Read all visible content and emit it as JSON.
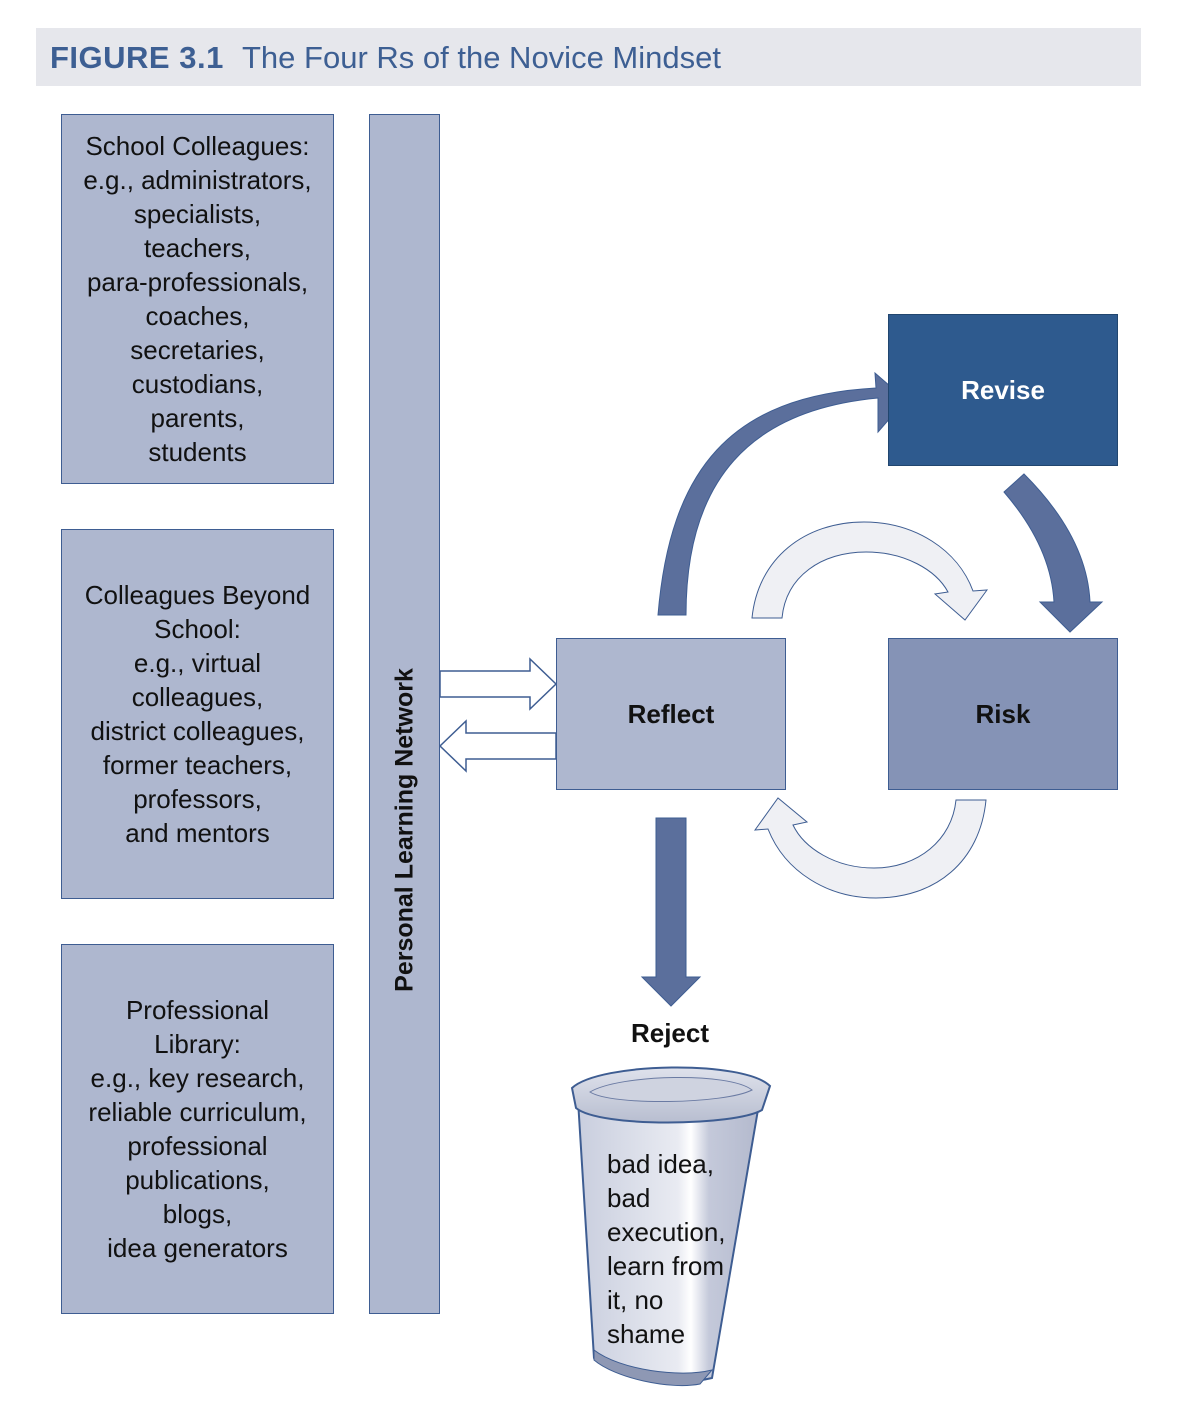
{
  "figure": {
    "number": "FIGURE 3.1",
    "title": "The Four Rs of the Novice Mindset"
  },
  "sources": [
    {
      "lines": [
        "School Colleagues:",
        "e.g., administrators,",
        "specialists,",
        "teachers,",
        "para-professionals,",
        "coaches,",
        "secretaries,",
        "custodians,",
        "parents,",
        "students"
      ]
    },
    {
      "lines": [
        "Colleagues Beyond",
        "School:",
        "e.g., virtual",
        "colleagues,",
        "district colleagues,",
        "former teachers,",
        "professors,",
        "and mentors"
      ]
    },
    {
      "lines": [
        "Professional",
        "Library:",
        "e.g., key research,",
        "reliable curriculum,",
        "professional",
        "publications,",
        "blogs,",
        "idea generators"
      ]
    }
  ],
  "network_label": "Personal Learning Network",
  "stages": {
    "reflect": "Reflect",
    "risk": "Risk",
    "revise": "Revise",
    "reject": "Reject"
  },
  "trash_lines": [
    "bad idea,",
    "bad",
    "execution,",
    "learn from",
    "it, no",
    "shame"
  ],
  "colors": {
    "title_text": "#3d5f93",
    "box_light": "#aeb7cf",
    "box_mid": "#8593b6",
    "box_dark": "#2e5a8e",
    "arrow_dark": "#5b6f9c"
  }
}
